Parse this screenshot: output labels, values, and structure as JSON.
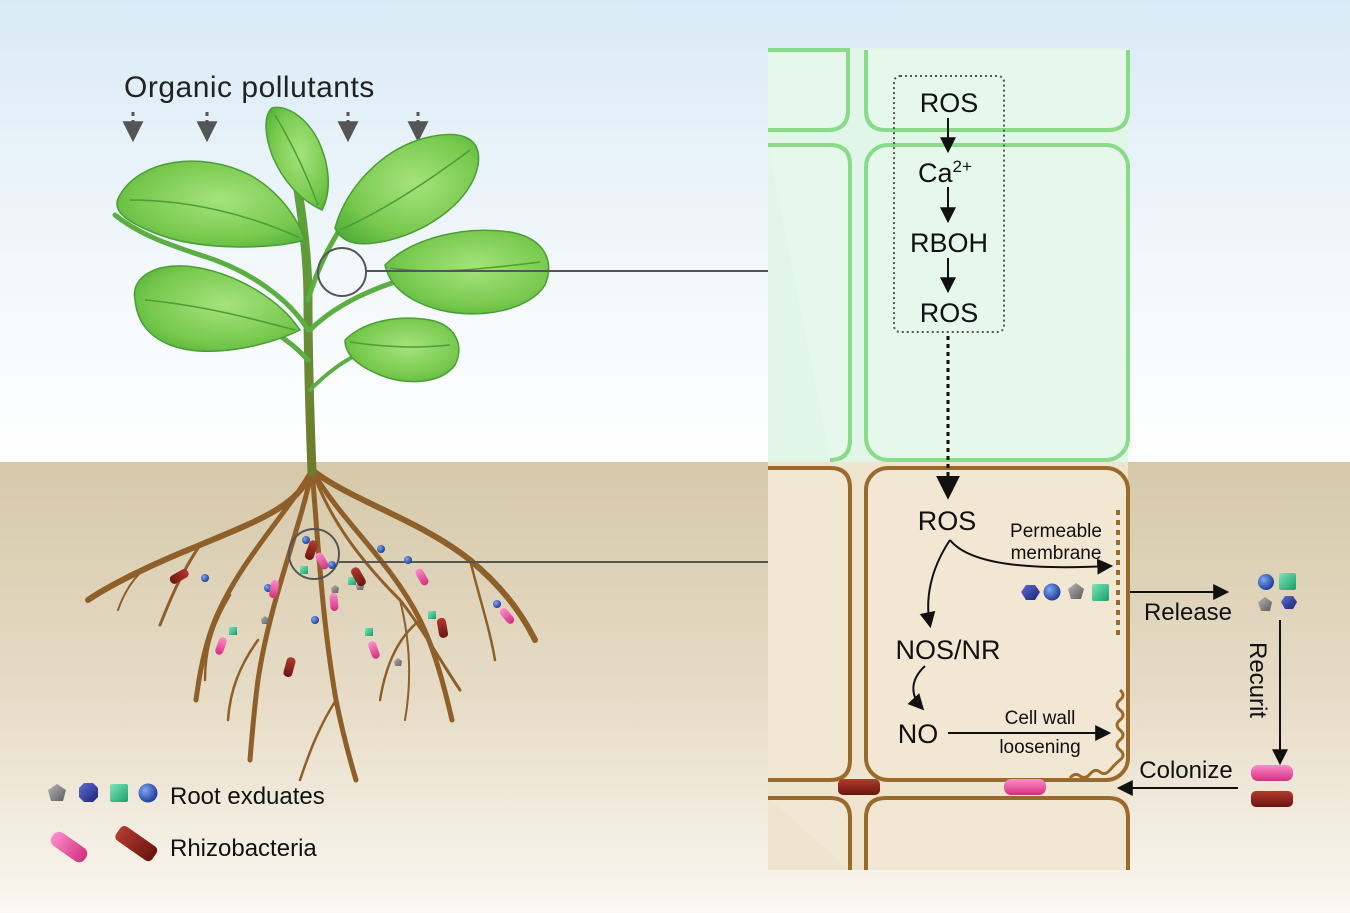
{
  "title": "Organic pollutants",
  "legend": {
    "exudates_label": "Root exduates",
    "bacteria_label": "Rhizobacteria"
  },
  "upper_cell": {
    "steps": [
      "ROS",
      "Ca",
      "RBOH",
      "ROS"
    ],
    "ca_superscript": "2+"
  },
  "lower_cell": {
    "ros": "ROS",
    "membrane_line1": "Permeable",
    "membrane_line2": "membrane",
    "nos": "NOS/NR",
    "no": "NO",
    "wall_line1": "Cell wall",
    "wall_line2": "loosening"
  },
  "outside": {
    "release": "Release",
    "recruit": "Recurit",
    "colonize": "Colonize"
  },
  "colors": {
    "sky_top": "#dcecf7",
    "soil": "#d8ccaf",
    "leaf_cell": "#e4f7ea",
    "leaf_cell_border": "#7fd67f",
    "root_cell": "#f1e6d2",
    "root_cell_border": "#9a6a2c",
    "stem": "#4e9e3e",
    "root": "#8f5f2a",
    "bacteria_pink": "#e8449c",
    "bacteria_red": "#8a1f1a"
  }
}
